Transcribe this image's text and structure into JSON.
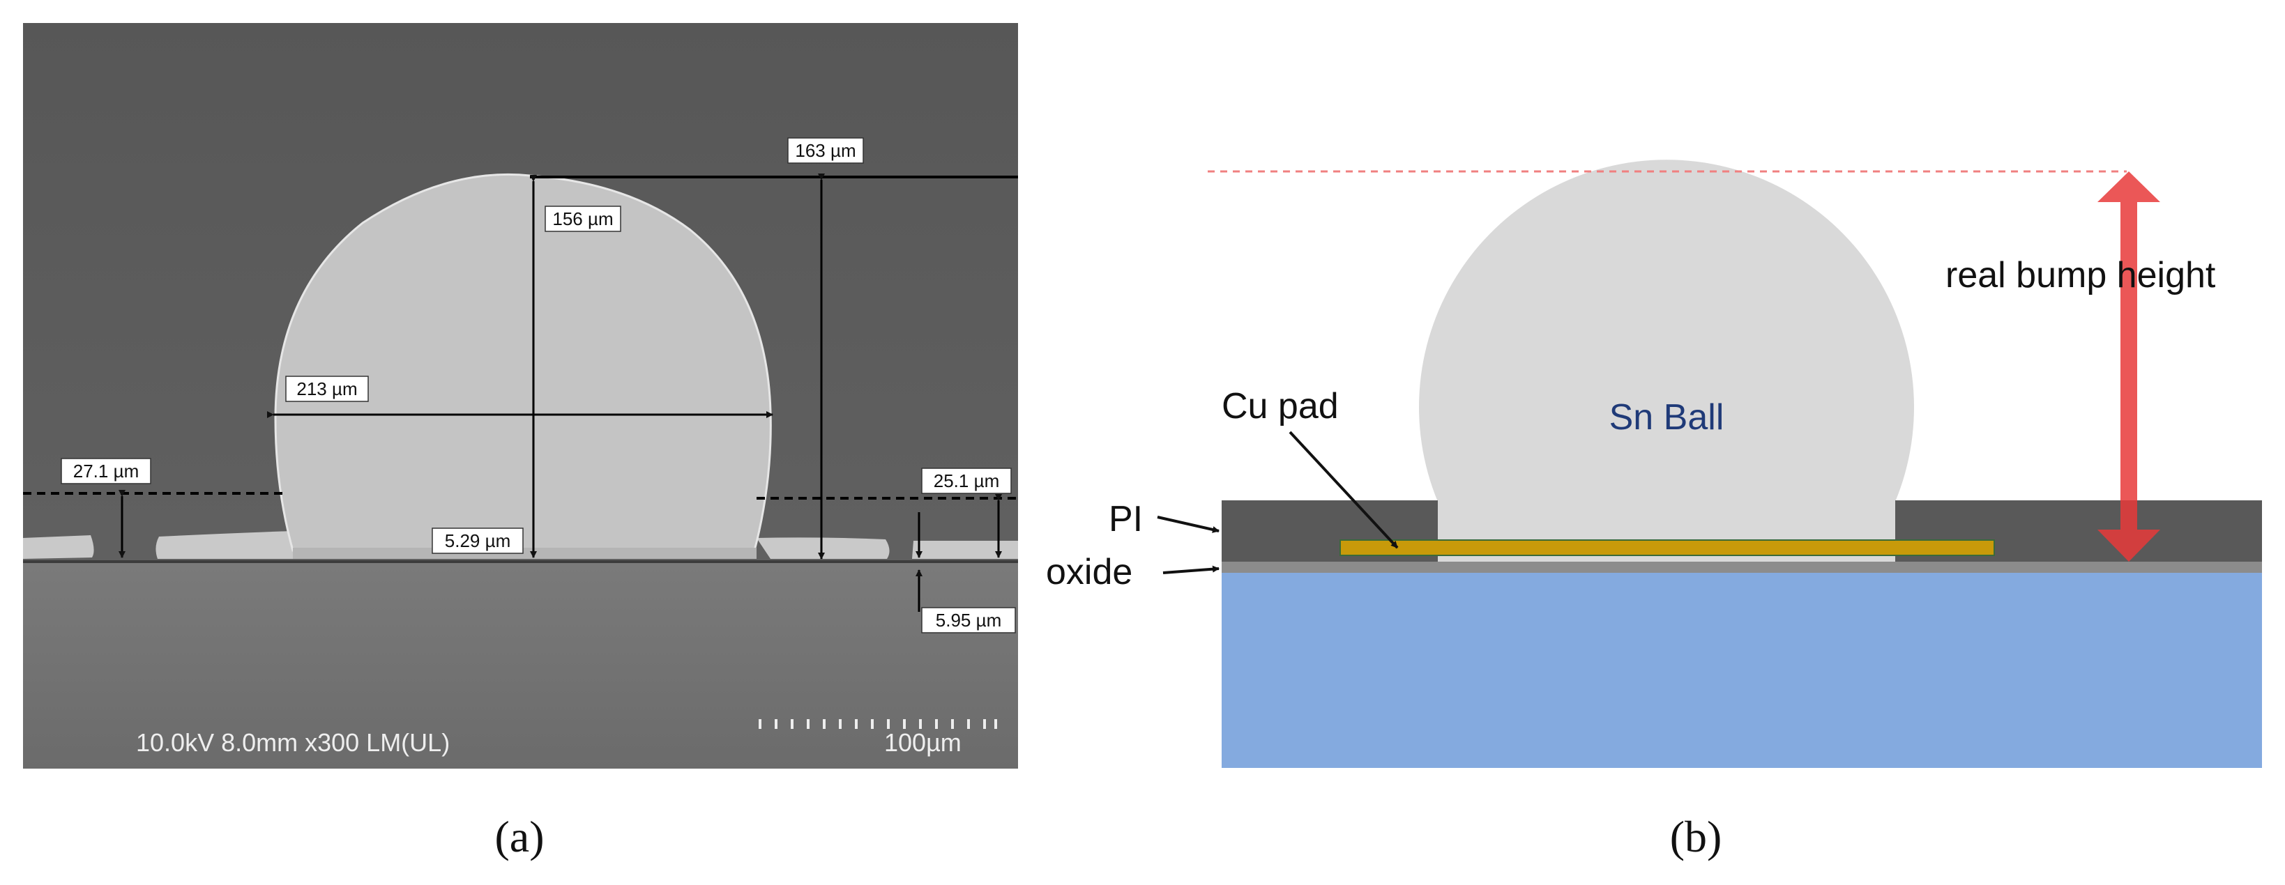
{
  "panel_a": {
    "caption": "(a)",
    "measurements": {
      "total_height": "163 µm",
      "ball_height": "156 µm",
      "ball_width": "213 µm",
      "left_pi": "27.1 µm",
      "right_pi": "25.1 µm",
      "pad": "5.29 µm",
      "oxide": "5.95 µm"
    },
    "sem_info": "10.0kV 8.0mm x300 LM(UL)",
    "scale_bar": "100µm"
  },
  "panel_b": {
    "caption": "(b)",
    "labels": {
      "ball": "Sn Ball",
      "pad": "Cu pad",
      "pi": "PI",
      "oxide": "oxide",
      "height": "real bump height"
    },
    "colors": {
      "substrate": "#84aadf",
      "pi": "#595959",
      "oxide": "#8c8c8c",
      "pad": "#c89a0a",
      "ball": "#d9d9d9",
      "ball_text": "#1f3a78",
      "arrow": "#e83a3a",
      "dashed": "#f08080"
    }
  }
}
